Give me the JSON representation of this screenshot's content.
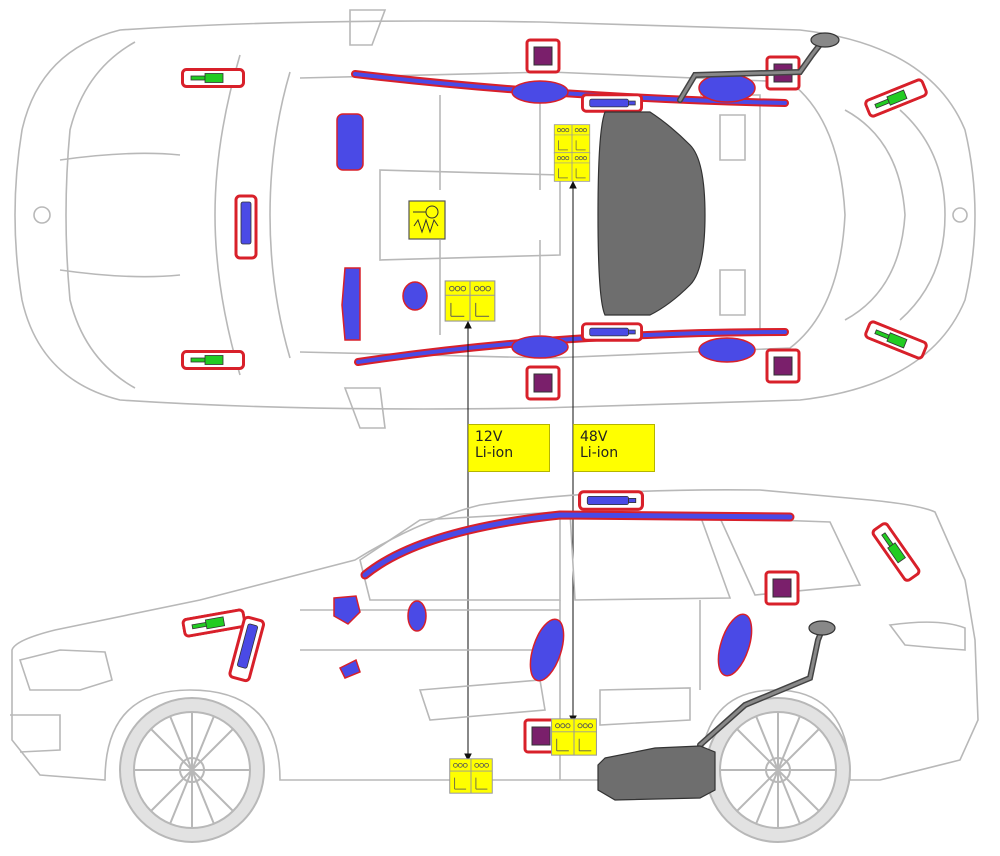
{
  "labels": {
    "battery_12v": {
      "line1": "12V",
      "line2": "Li-ion"
    },
    "battery_48v": {
      "line1": "48V",
      "line2": "Li-ion"
    }
  },
  "colors": {
    "outline": "#b8b8b8",
    "highlight_red": "#d8202a",
    "airbag_blue": "#4a4ae6",
    "sensor_purple": "#7a1f6b",
    "module_green": "#22cc22",
    "battery_yellow": "#ffff00",
    "tank_gray": "#6e6e6e"
  },
  "icons": [
    "battery-icon",
    "airbag-icon",
    "crash-sensor-icon",
    "gas-strut-icon",
    "seatbelt-tensioner-icon",
    "fuel-tank-icon",
    "control-unit-icon"
  ]
}
